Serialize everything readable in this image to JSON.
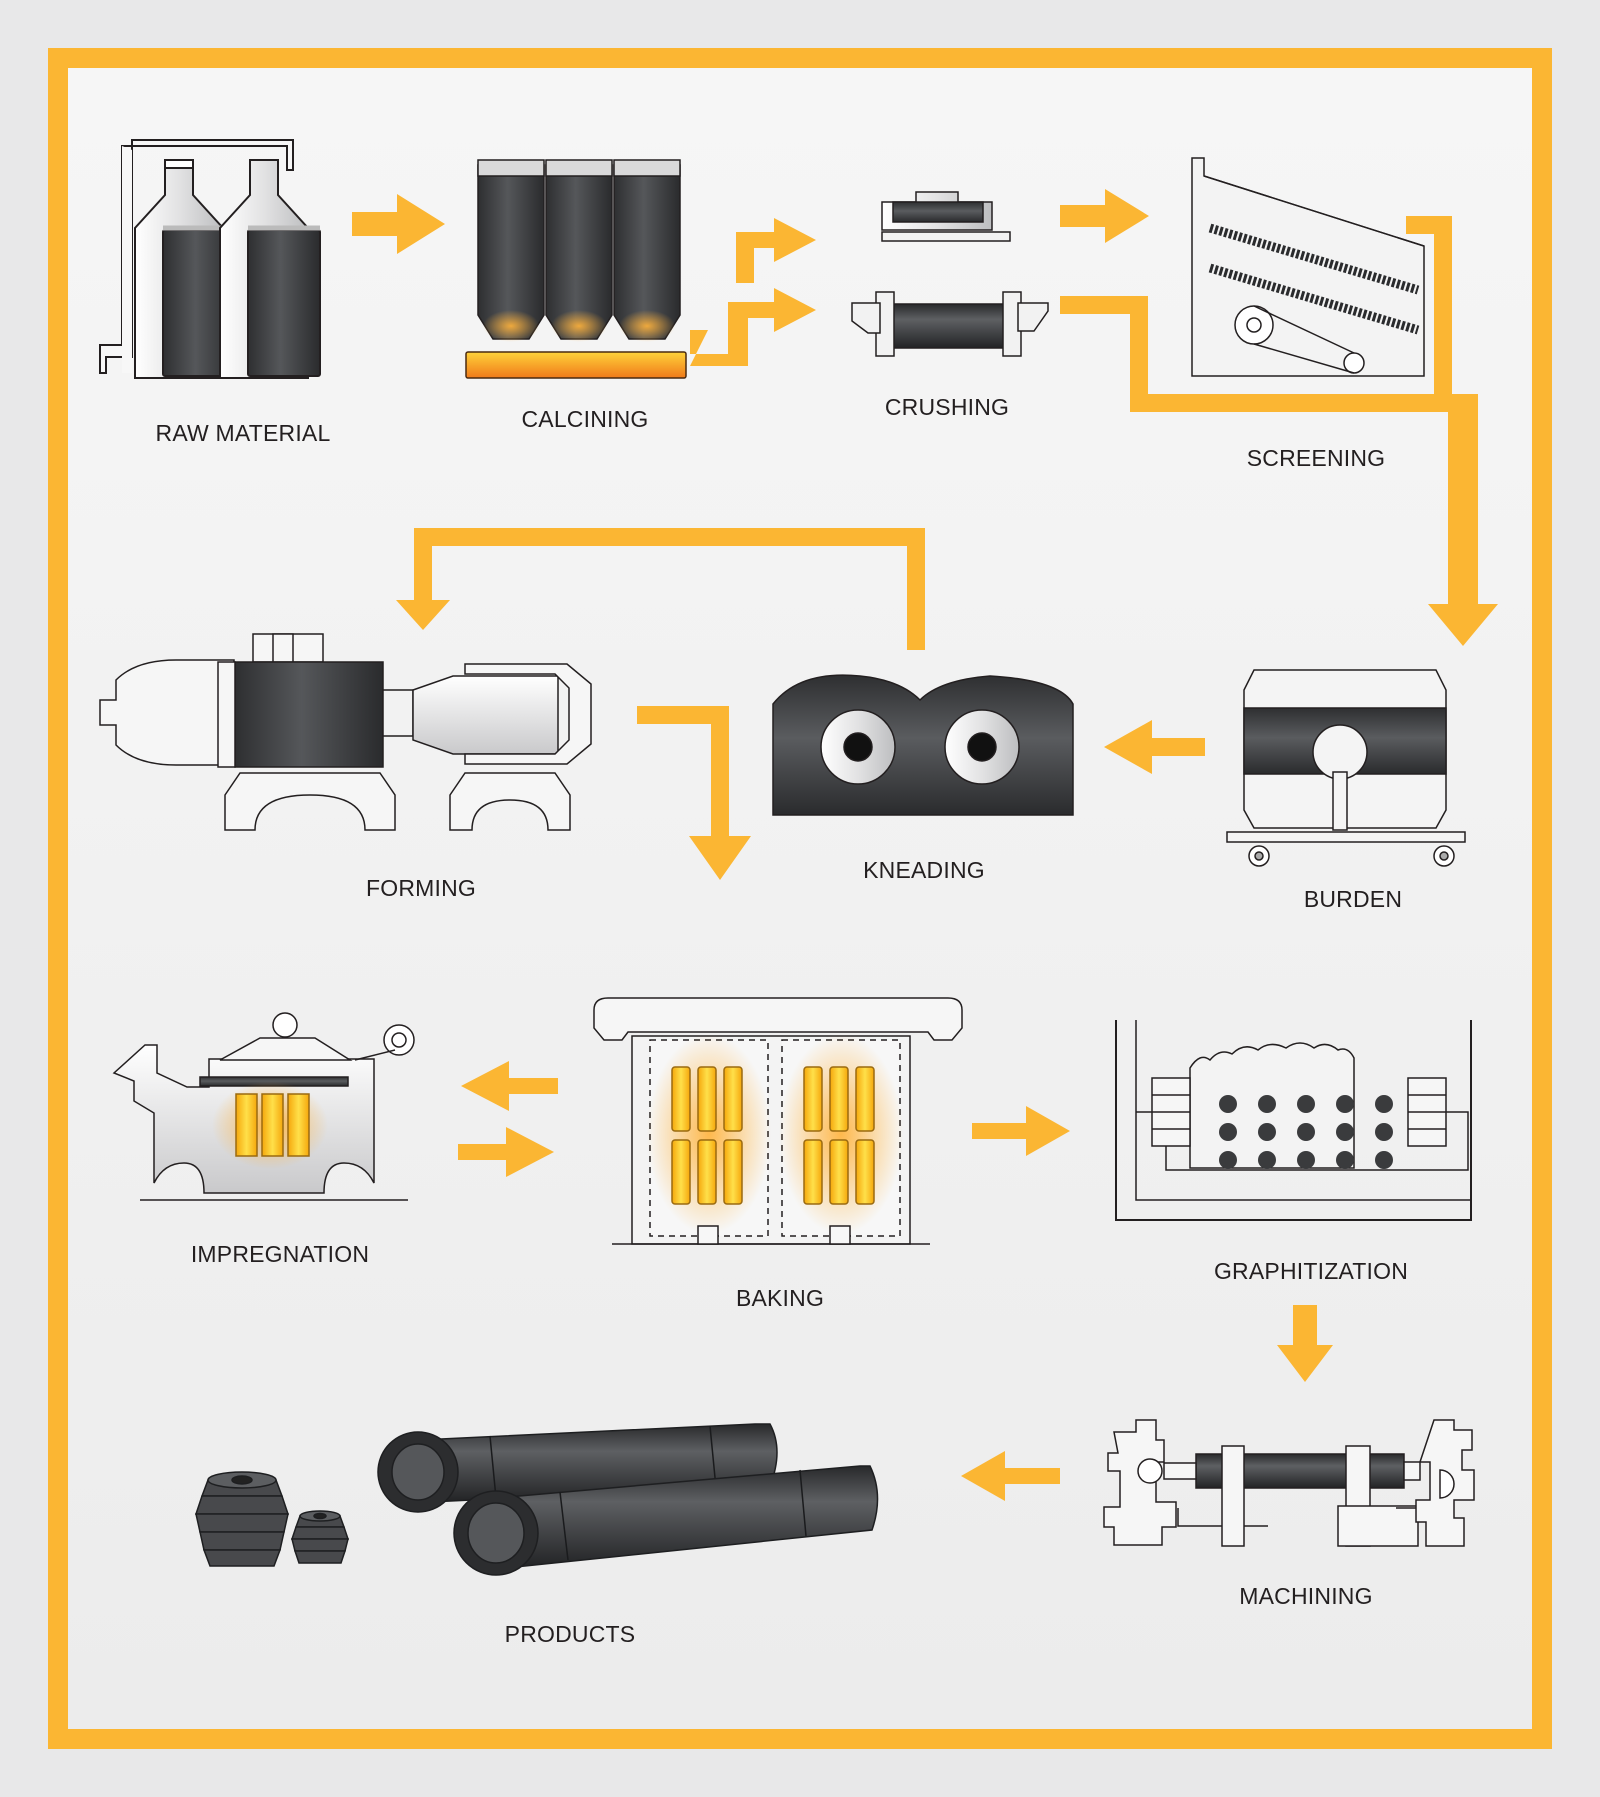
{
  "colors": {
    "frame": "#fbb633",
    "arrow": "#fbb633",
    "background": "#f3f3f3",
    "dark": "#3f4043",
    "light": "#e6e6e7",
    "glow": "#ffcc22"
  },
  "steps": {
    "raw_material": "RAW MATERIAL",
    "calcining": "CALCINING",
    "crushing": "CRUSHING",
    "screening": "SCREENING",
    "burden": "BURDEN",
    "kneading": "KNEADING",
    "forming": "FORMING",
    "baking": "BAKING",
    "impregnation": "IMPREGNATION",
    "graphitization": "GRAPHITIZATION",
    "machining": "MACHINING",
    "products": "PRODUCTS"
  },
  "icons": {
    "raw_material": "silo-tanks-icon",
    "calcining": "calcining-furnace-icon",
    "crushing": "crusher-icon",
    "screening": "vibrating-screen-icon",
    "burden": "mixing-drum-cart-icon",
    "kneading": "kneading-mixer-icon",
    "forming": "extrusion-press-icon",
    "baking": "baking-furnace-icon",
    "impregnation": "impregnation-autoclave-icon",
    "graphitization": "graphitization-furnace-icon",
    "machining": "lathe-icon",
    "products": "graphite-electrodes-icon"
  }
}
